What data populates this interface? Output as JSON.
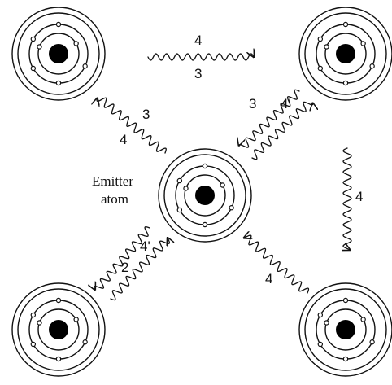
{
  "emitter_label": {
    "line1": "Emitter",
    "line2": "atom"
  },
  "labels": {
    "top_upper": "4",
    "top_lower": "3",
    "upper_left_3": "3",
    "upper_left_4": "4",
    "upper_right_3": "3",
    "upper_right_4prime": "4'",
    "right_vertical_4": "4",
    "lower_left_4prime": "4'",
    "lower_left_2": "2",
    "lower_right_4": "4"
  },
  "colors": {
    "ink": "#111111",
    "nucleus": "#000000",
    "background": "#ffffff"
  }
}
